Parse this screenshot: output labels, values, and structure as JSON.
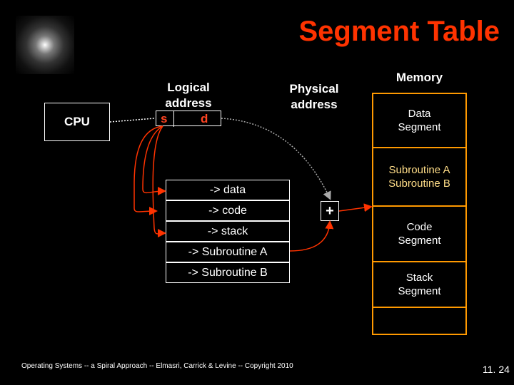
{
  "title": "Segment Table",
  "cpu_label": "CPU",
  "logical_address": {
    "line1": "Logical",
    "line2": "address",
    "s": "s",
    "d": "d"
  },
  "physical_address": {
    "line1": "Physical",
    "line2": "address"
  },
  "plus_sign": "+",
  "segment_table": [
    "-> data",
    "-> code",
    "-> stack",
    "-> Subroutine A",
    "-> Subroutine B"
  ],
  "memory": {
    "label": "Memory",
    "sections": [
      {
        "line1": "Data",
        "line2": "Segment"
      },
      {
        "line1": "Subroutine A",
        "line2": "Subroutine B"
      },
      {
        "line1": "Code",
        "line2": "Segment"
      },
      {
        "line1": "Stack",
        "line2": "Segment"
      },
      {
        "line1": "",
        "line2": ""
      }
    ]
  },
  "footer": "Operating Systems -- a Spiral Approach -- Elmasri, Carrick & Levine -- Copyright 2010",
  "page_number": "11. 24",
  "colors": {
    "title": "#ff3300",
    "memory_border": "#ff9900",
    "arrow": "#ff3300",
    "dotted": "#888888"
  }
}
